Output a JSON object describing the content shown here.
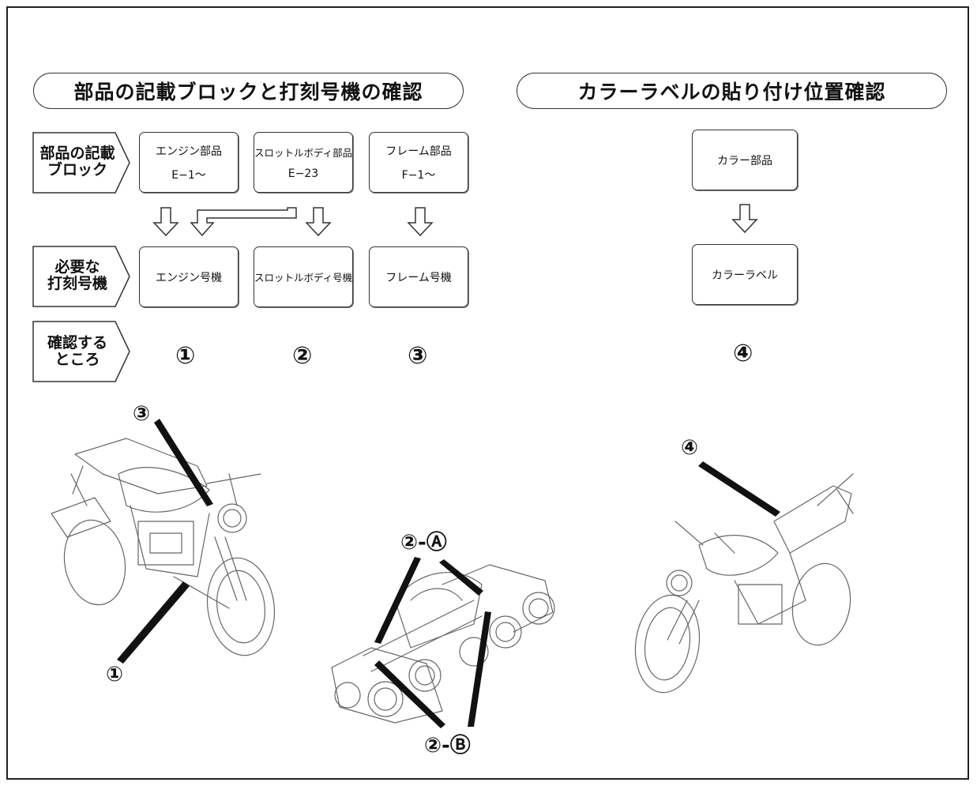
{
  "left_section": {
    "title": "部品の記載ブロックと打刻号機の確認",
    "row_labels": {
      "blocks": "部品の記載\nブロック",
      "stamps": "必要な\n打刻号機",
      "check": "確認する\nところ"
    },
    "blocks": [
      {
        "title": "エンジン部品",
        "code": "E−1〜"
      },
      {
        "title": "スロットルボディ部品",
        "code": "E−23"
      },
      {
        "title": "フレーム部品",
        "code": "F−1〜"
      }
    ],
    "stamps": [
      "エンジン号機",
      "スロットルボディ号機",
      "フレーム号機"
    ],
    "checks": [
      "①",
      "②",
      "③"
    ]
  },
  "right_section": {
    "title": "カラーラベルの貼り付け位置確認",
    "block": "カラー部品",
    "label": "カラーラベル",
    "check": "④"
  },
  "illustrations": {
    "bike_left": {
      "callout_top": "③",
      "callout_bottom": "①"
    },
    "throttle": {
      "callout_a": "②-Ⓐ",
      "callout_b": "②-Ⓑ"
    },
    "bike_right": {
      "callout": "④"
    }
  }
}
